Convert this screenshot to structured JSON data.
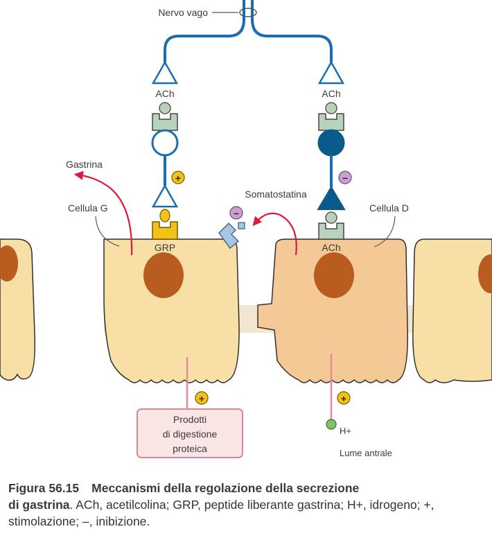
{
  "labels": {
    "nerve": "Nervo vago",
    "ach_left": "ACh",
    "ach_right": "ACh",
    "gastrin": "Gastrina",
    "somatostatin": "Somatostatina",
    "g_cell": "Cellula G",
    "d_cell": "Cellula D",
    "grp": "GRP",
    "ach_receptor": "ACh",
    "products_1": "Prodotti",
    "products_2": "di digestione",
    "products_3": "proteica",
    "hydrogen": "H+",
    "lumen": "Lume antrale"
  },
  "signs": {
    "plus": "+",
    "minus": "−"
  },
  "caption": {
    "figure": "Figura 56.15",
    "title_line1": "Meccanismi della regolazione della secrezione",
    "title_line2": "di gastrina",
    "body": ". ACh, acetilcolina; GRP, peptide liberante gastrina; H+, idrogeno; +, stimolazione; –, inibizione."
  },
  "colors": {
    "nerve": "#1a6db0",
    "nerve_dark": "#0b5a8c",
    "cell_fill": "#f7dfa6",
    "cell_fill_d": "#f4c996",
    "nucleus": "#b85c1f",
    "receptor": "#b9d2bc",
    "grp": "#f2c21a",
    "arrow": "#d81b3b",
    "plus_circle": "#f2c21a",
    "minus_circle": "#c8a2cf",
    "box_border": "#e0849a",
    "box_fill": "#fbe6e6",
    "somatostatin_receptor": "#a6c6e2"
  }
}
